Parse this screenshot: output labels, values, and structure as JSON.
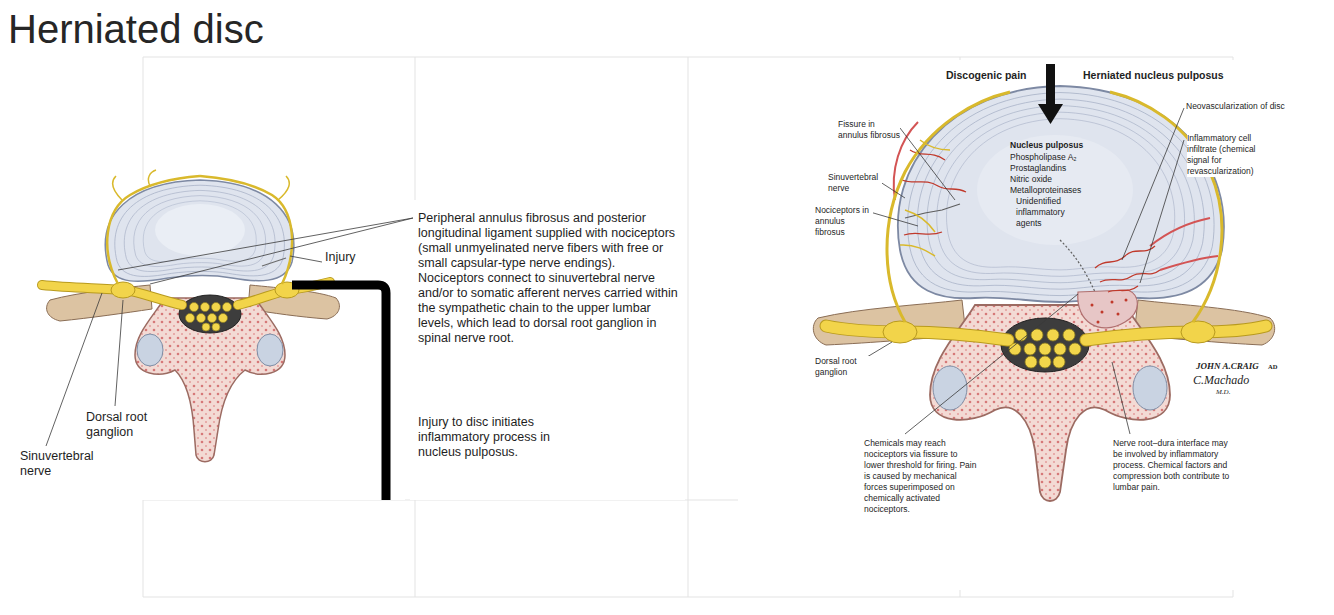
{
  "diagram": {
    "title": "Herniated disc",
    "labels": [
      "Injury",
      "Peripheral annulus fibrosus and posterior longitudinal ligament supplied with nociceptors (small unmyelinated nerve fibers with free or small capsular-type nerve endings). Nociceptors connect to sinuvertebral nerve and/or to somatic afferent nerves carried within the sympathetic chain to the upper lumbar levels, which lead to dorsal root ganglion in spinal nerve root.",
      "Injury to disc initiates inflammatory process in nucleus pulposus.",
      "Dorsal root ganglion",
      "Sinuvertebral nerve",
      "Discogenic pain",
      "Herniated nucleus pulposus",
      "Neovascularization of disc",
      "Fissure in annulus fibrosus",
      "Inflammatory cell infiltrate (chemical signal for revascularization)",
      "Sinuvertebral nerve",
      "Nociceptors in annulus fibrosus",
      "Nucleus pulposus",
      "Phospholipase A₂",
      "Prostaglandins",
      "Nitric oxide",
      "Metalloproteinases",
      "Unidentified inflammatory agents",
      "Dorsal root ganglion",
      "Chemicals may reach nociceptors via fissure to lower threshold for firing. Pain is caused by mechanical forces superimposed on chemically activated nociceptors.",
      "Nerve root–dura interface may be involved by inflammatory process. Chemical factors and compression both contribute to lumbar pain.",
      "JOHN A.CRAIG",
      "AD",
      "C.Machado",
      "M.D."
    ]
  }
}
